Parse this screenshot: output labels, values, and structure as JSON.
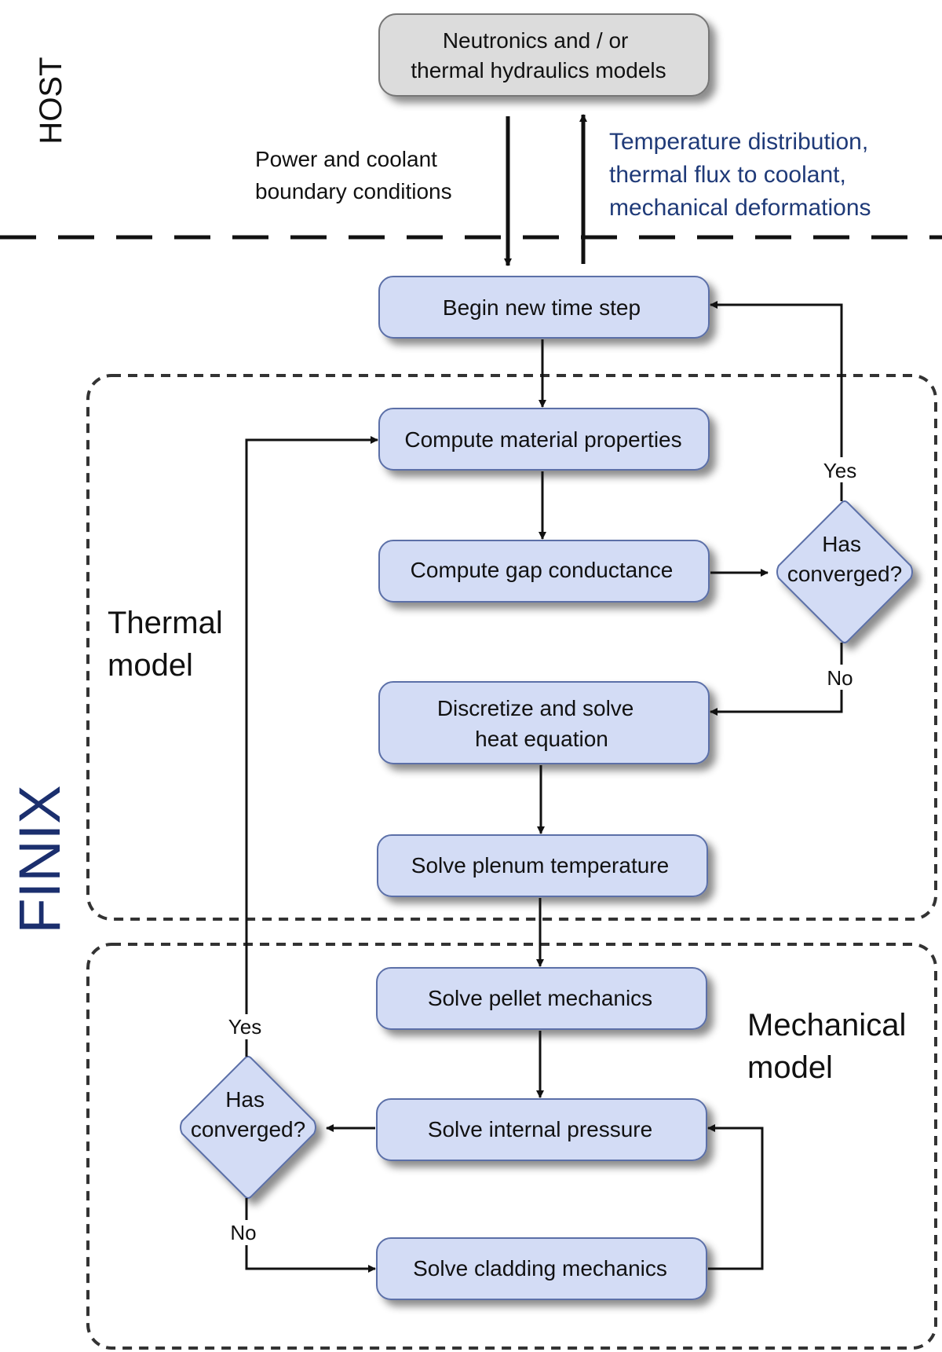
{
  "host": {
    "label": "HOST",
    "model_box": {
      "line1": "Neutronics and / or",
      "line2": "thermal hydraulics models"
    },
    "down_label": {
      "line1": "Power and coolant",
      "line2": "boundary conditions"
    },
    "up_label": {
      "line1": "Temperature distribution,",
      "line2": "thermal flux to coolant,",
      "line3": "mechanical deformations"
    }
  },
  "finix": {
    "label": "FINIX"
  },
  "steps": {
    "begin": "Begin new time step",
    "material": "Compute material properties",
    "gap": "Compute gap conductance",
    "heat": {
      "line1": "Discretize and solve",
      "line2": "heat equation"
    },
    "plenum": "Solve plenum temperature",
    "pellet": "Solve pellet mechanics",
    "pressure": "Solve internal pressure",
    "cladding": "Solve cladding mechanics"
  },
  "thermal_decision": {
    "line1": "Has",
    "line2": "converged?",
    "yes": "Yes",
    "no": "No"
  },
  "mechanical_decision": {
    "line1": "Has",
    "line2": "converged?",
    "yes": "Yes",
    "no": "No"
  },
  "thermal_model": {
    "line1": "Thermal",
    "line2": "model"
  },
  "mechanical_model": {
    "line1": "Mechanical",
    "line2": "model"
  },
  "colors": {
    "box_fill": "#d3dcf5",
    "box_stroke": "#5b6fa8",
    "host_box_fill": "#dcdcdc",
    "host_box_stroke": "#777777",
    "finix_label": "#1b2f6e",
    "host_up_text": "#1f3a78",
    "line": "#111111",
    "dashed_region": "#333333"
  }
}
